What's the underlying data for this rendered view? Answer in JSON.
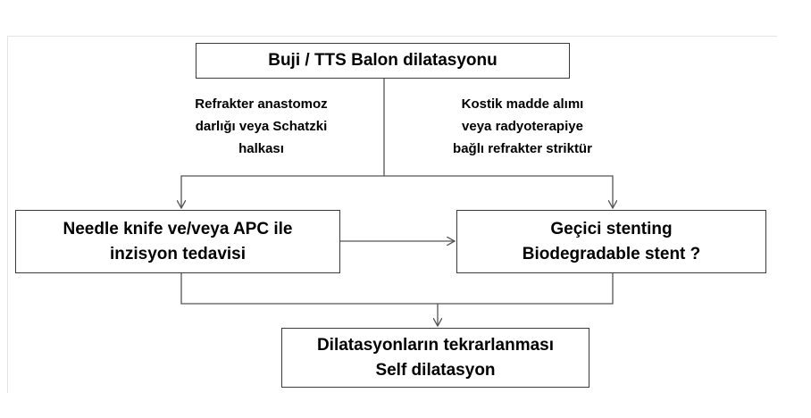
{
  "diagram": {
    "nodes": {
      "top": {
        "lines": [
          "Buji / TTS Balon dilatasyonu"
        ]
      },
      "left": {
        "lines": [
          "Needle knife ve/veya APC ile",
          "inzisyon tedavisi"
        ]
      },
      "right": {
        "lines": [
          "Geçici  stenting",
          "Biodegradable stent ?"
        ]
      },
      "bottom": {
        "lines": [
          "Dilatasyonların tekrarlanması",
          "Self dilatasyon"
        ]
      }
    },
    "edge_labels": {
      "left": [
        "Refrakter anastomoz",
        "darlığı  veya Schatzki",
        "halkası"
      ],
      "right": [
        "Kostik madde  alımı",
        "veya radyoterapiye",
        "bağlı refrakter striktür"
      ]
    },
    "edges": [
      {
        "from": "top",
        "to": "left"
      },
      {
        "from": "top",
        "to": "right"
      },
      {
        "from": "left",
        "to": "right"
      },
      {
        "from": "left",
        "to": "bottom"
      },
      {
        "from": "right",
        "to": "bottom"
      }
    ],
    "colors": {
      "border": "#3a3a3a",
      "line": "#555555",
      "text": "#000000"
    }
  }
}
